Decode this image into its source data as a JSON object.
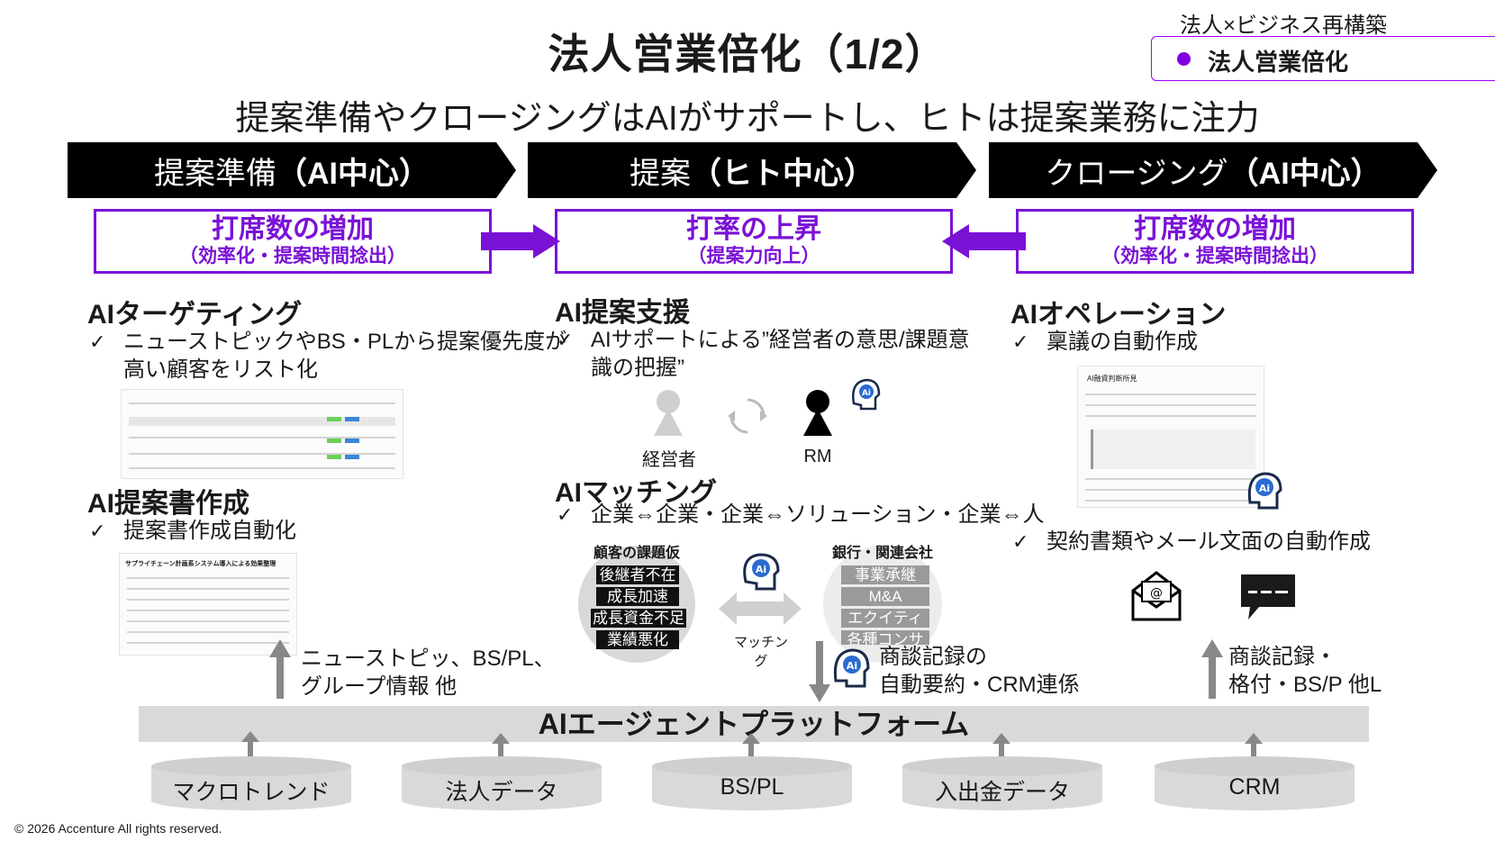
{
  "header": {
    "title": "法人営業倍化（1/2）",
    "section_tag": "法人×ビジネス再構築",
    "badge_label": "法人営業倍化",
    "subtitle": "提案準備やクロージングはAIがサポートし、ヒトは提案業務に注力"
  },
  "phases": [
    {
      "name": "提案準備",
      "mode": "（AI中心）",
      "kpi": "打席数の増加",
      "kpi_sub": "（効率化・提案時間捻出）"
    },
    {
      "name": "提案",
      "mode": "（ヒト中心）",
      "kpi": "打率の上昇",
      "kpi_sub": "（提案力向上）"
    },
    {
      "name": "クロージング",
      "mode": "（AI中心）",
      "kpi": "打席数の増加",
      "kpi_sub": "（効率化・提案時間捻出）"
    }
  ],
  "left": {
    "h1": "AIターゲティング",
    "b1": [
      "ニューストピックやBS・PLから提案優先度が",
      "高い顧客をリスト化"
    ],
    "h2": "AI提案書作成",
    "b2": "提案書作成自動化",
    "doc_title": "サプライチェーン計画系システム導入による効果整理",
    "input_note": [
      "ニューストピッ、BS/PL、",
      "グループ情報 他"
    ]
  },
  "center": {
    "h1": "AI提案支援",
    "b1": [
      "AIサポートによる”経営者の意思/課題意",
      "識の把握”"
    ],
    "person1": "経営者",
    "person2": "RM",
    "h2": "AIマッチング",
    "b2": "企業⇔企業・企業⇔ソリューション・企業⇔人",
    "left_group_title": "顧客の課題仮説",
    "left_tags": [
      "後継者不在",
      "成長加速",
      "成長資金不足",
      "業績悪化"
    ],
    "right_group_title": "銀行・関連会社",
    "right_tags": [
      "事業承継",
      "M&A",
      "エクイティ投資",
      "各種コンサル"
    ],
    "matching_label": "マッチング",
    "output_note": [
      "商談記録の",
      "自動要約・CRM連係"
    ]
  },
  "right": {
    "h1": "AIオペレーション",
    "b1": "稟議の自動作成",
    "doc_title": "AI融資判断所見",
    "b2": "契約書類やメール文面の自動作成",
    "input_note": [
      "商談記録・",
      "格付・BS/P 他L"
    ]
  },
  "platform": "AIエージェントプラットフォーム",
  "sources": [
    "マクロトレンド",
    "法人データ",
    "BS/PL",
    "入出金データ",
    "CRM"
  ],
  "ai_icon_text": "Ai",
  "copyright": "© 2026 Accenture  All rights reserved.",
  "colors": {
    "accent": "#7a12d6",
    "dark": "#000000",
    "gray": "#d9d9d9"
  }
}
